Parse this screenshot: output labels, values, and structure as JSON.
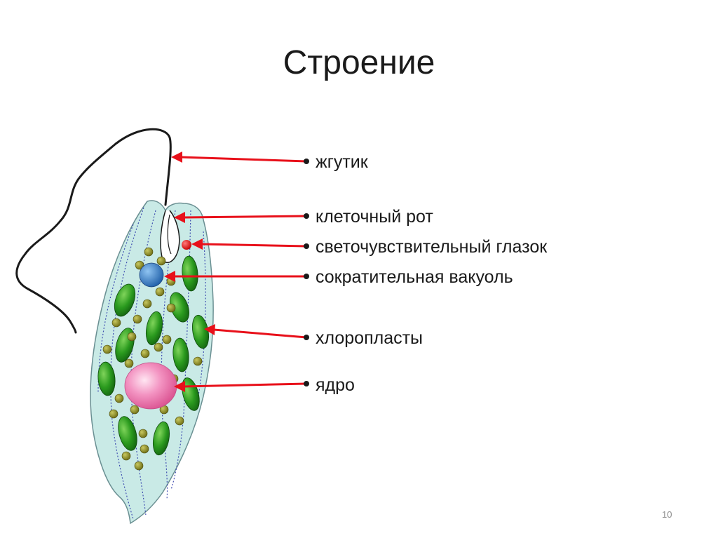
{
  "slide": {
    "title": "Строение",
    "page_number": "10"
  },
  "diagram": {
    "labels": [
      {
        "id": "flagellum",
        "text": "жгутик"
      },
      {
        "id": "cell-mouth",
        "text": "клеточный рот"
      },
      {
        "id": "eyespot",
        "text": "светочувствительный глазок"
      },
      {
        "id": "contractile-vacuole",
        "text": "сократительная вакуоль"
      },
      {
        "id": "chloroplasts",
        "text": "хлоропласты"
      },
      {
        "id": "nucleus",
        "text": "ядро"
      }
    ],
    "colors": {
      "arrow": "#e8101a",
      "cell_body": "#c9eae6",
      "chloroplast": "#1f8a1a",
      "granule": "#8a8a1a",
      "nucleus": "#f08ab8",
      "vacuole": "#2f74c0",
      "eyespot": "#e81010"
    }
  }
}
